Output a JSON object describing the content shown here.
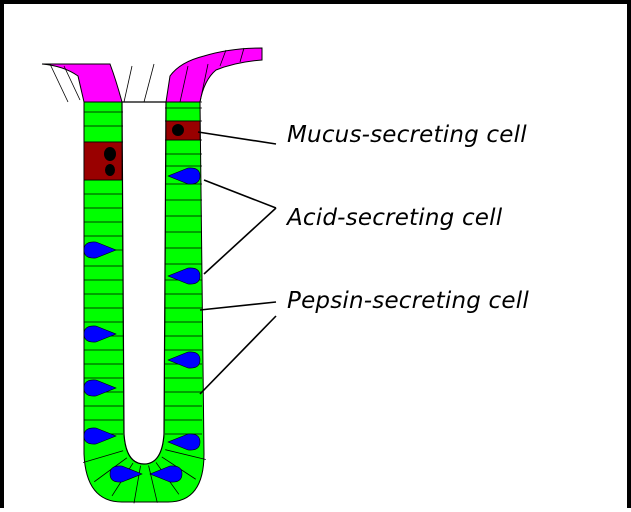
{
  "labels": {
    "mucus": "Mucus-secreting cell",
    "acid": "Acid-secreting cell",
    "pepsin": "Pepsin-secreting cell"
  },
  "colors": {
    "outline": "#000000",
    "surface_cells": "#ff00ff",
    "epithelium": "#00ff00",
    "mucus_cell": "#990000",
    "mucus_nucleus": "#000000",
    "acid_cell": "#0000ff"
  }
}
